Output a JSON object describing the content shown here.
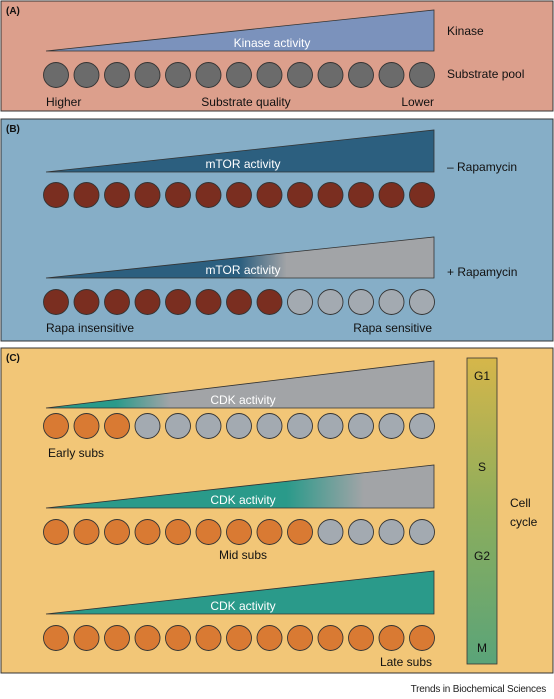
{
  "colors": {
    "panel_a": "#dc9f8c",
    "panel_b": "#86aec7",
    "panel_c": "#f2c677",
    "kinase_blue": "#7b92bc",
    "mtor_blue": "#2c5f7f",
    "cdk_teal": "#2a9a8a",
    "inactive_grey": "#a2a4a7",
    "circle_grey": "#6b6b6b",
    "circle_brown": "#7a2e20",
    "circle_light": "#a3aab1",
    "circle_orange": "#d97a33"
  },
  "panel_a": {
    "label": "(A)",
    "wedge_text": "Kinase activity",
    "right_label_top": "Kinase",
    "right_label_bottom": "Substrate pool",
    "left_caption": "Higher",
    "center_caption": "Substrate quality",
    "right_caption": "Lower",
    "circles": [
      "grey",
      "grey",
      "grey",
      "grey",
      "grey",
      "grey",
      "grey",
      "grey",
      "grey",
      "grey",
      "grey",
      "grey",
      "grey"
    ]
  },
  "panel_b": {
    "label": "(B)",
    "wedge1_text": "mTOR activity",
    "wedge1_label": "– Rapamycin",
    "circles1": [
      "brown",
      "brown",
      "brown",
      "brown",
      "brown",
      "brown",
      "brown",
      "brown",
      "brown",
      "brown",
      "brown",
      "brown",
      "brown"
    ],
    "wedge2_text": "mTOR activity",
    "wedge2_label": "+ Rapamycin",
    "wedge2_active_fraction": 0.6,
    "circles2": [
      "brown",
      "brown",
      "brown",
      "brown",
      "brown",
      "brown",
      "brown",
      "brown",
      "light",
      "light",
      "light",
      "light",
      "light"
    ],
    "left_caption": "Rapa insensitive",
    "right_caption": "Rapa sensitive"
  },
  "panel_c": {
    "label": "(C)",
    "rows": [
      {
        "wedge_text": "CDK activity",
        "active_fraction": 0.25,
        "caption": "Early subs",
        "circles": [
          "orange",
          "orange",
          "orange",
          "light",
          "light",
          "light",
          "light",
          "light",
          "light",
          "light",
          "light",
          "light",
          "light"
        ]
      },
      {
        "wedge_text": "CDK activity",
        "active_fraction": 0.78,
        "caption": "Mid subs",
        "circles": [
          "orange",
          "orange",
          "orange",
          "orange",
          "orange",
          "orange",
          "orange",
          "orange",
          "orange",
          "light",
          "light",
          "light",
          "light"
        ]
      },
      {
        "wedge_text": "CDK activity",
        "active_fraction": 1.0,
        "caption": "Late subs",
        "circles": [
          "orange",
          "orange",
          "orange",
          "orange",
          "orange",
          "orange",
          "orange",
          "orange",
          "orange",
          "orange",
          "orange",
          "orange",
          "orange"
        ]
      }
    ],
    "cycle_phases": [
      "G1",
      "S",
      "G2",
      "M"
    ],
    "cycle_label_line1": "Cell",
    "cycle_label_line2": "cycle"
  },
  "footer": "Trends in Biochemical Sciences"
}
